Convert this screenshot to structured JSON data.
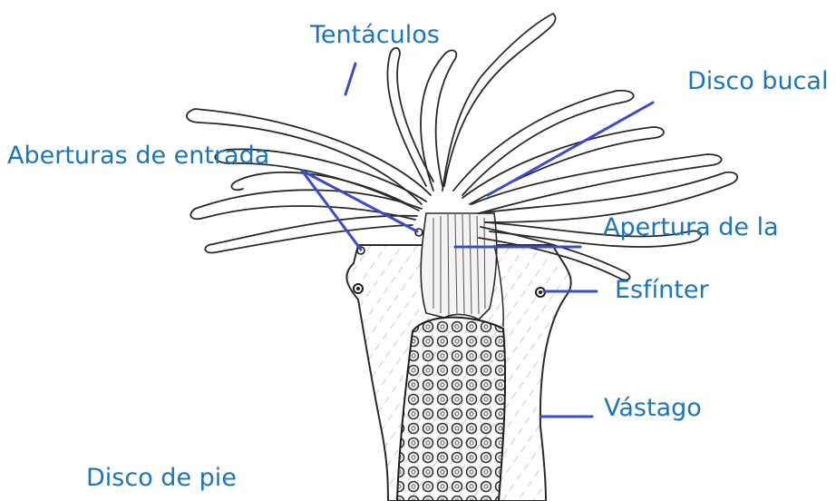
{
  "labels": {
    "tentaculos": "Tentáculos",
    "disco_bucal": "Disco bucal",
    "aberturas_de_entrada": "Aberturas de entrada",
    "apertura_de_la": "Apertura de la",
    "esfinter": "Esfínter",
    "vastago": "Vástago",
    "disco_de_pie": "Disco de pie"
  },
  "colors": {
    "label_text": "#1b75bb",
    "leader_line": "#3a4ccc",
    "drawing_ink": "#2a2a2a",
    "background": "#ffffff"
  }
}
